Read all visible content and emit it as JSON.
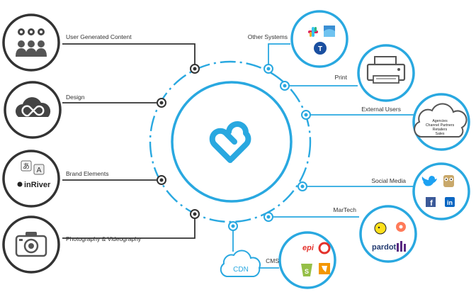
{
  "center": {
    "logo_icon": "brand-heart-icon"
  },
  "sources": [
    {
      "label": "User Generated Content",
      "icon": "user-group-social-icon"
    },
    {
      "label": "Design",
      "icon": "creative-cloud-icon"
    },
    {
      "label": "Brand Elements",
      "icon": "inriver-icon",
      "logo_text": "inRiver",
      "glyphs": [
        "あ",
        "A"
      ]
    },
    {
      "label": "Photography & Videography",
      "icon": "camera-icon"
    }
  ],
  "destinations": [
    {
      "label": "Other Systems",
      "icon": "integrations-icon"
    },
    {
      "label": "Print",
      "icon": "printer-icon"
    },
    {
      "label": "External Users",
      "icon": "cloud-users-icon",
      "cloud_lines": [
        "Agencies",
        "Channel Partners",
        "Retailers",
        "Sales"
      ]
    },
    {
      "label": "Social Media",
      "icon": "social-media-icon"
    },
    {
      "label": "MarTech",
      "icon": "martech-icon",
      "logo_text": "pardot"
    },
    {
      "label": "CMS",
      "icon": "cms-icon"
    }
  ],
  "cdn": {
    "label": "CDN",
    "icon": "cdn-cloud-icon"
  },
  "colors": {
    "accent": "#29a8e0",
    "dark": "#222222",
    "node_dark": "#333333"
  }
}
